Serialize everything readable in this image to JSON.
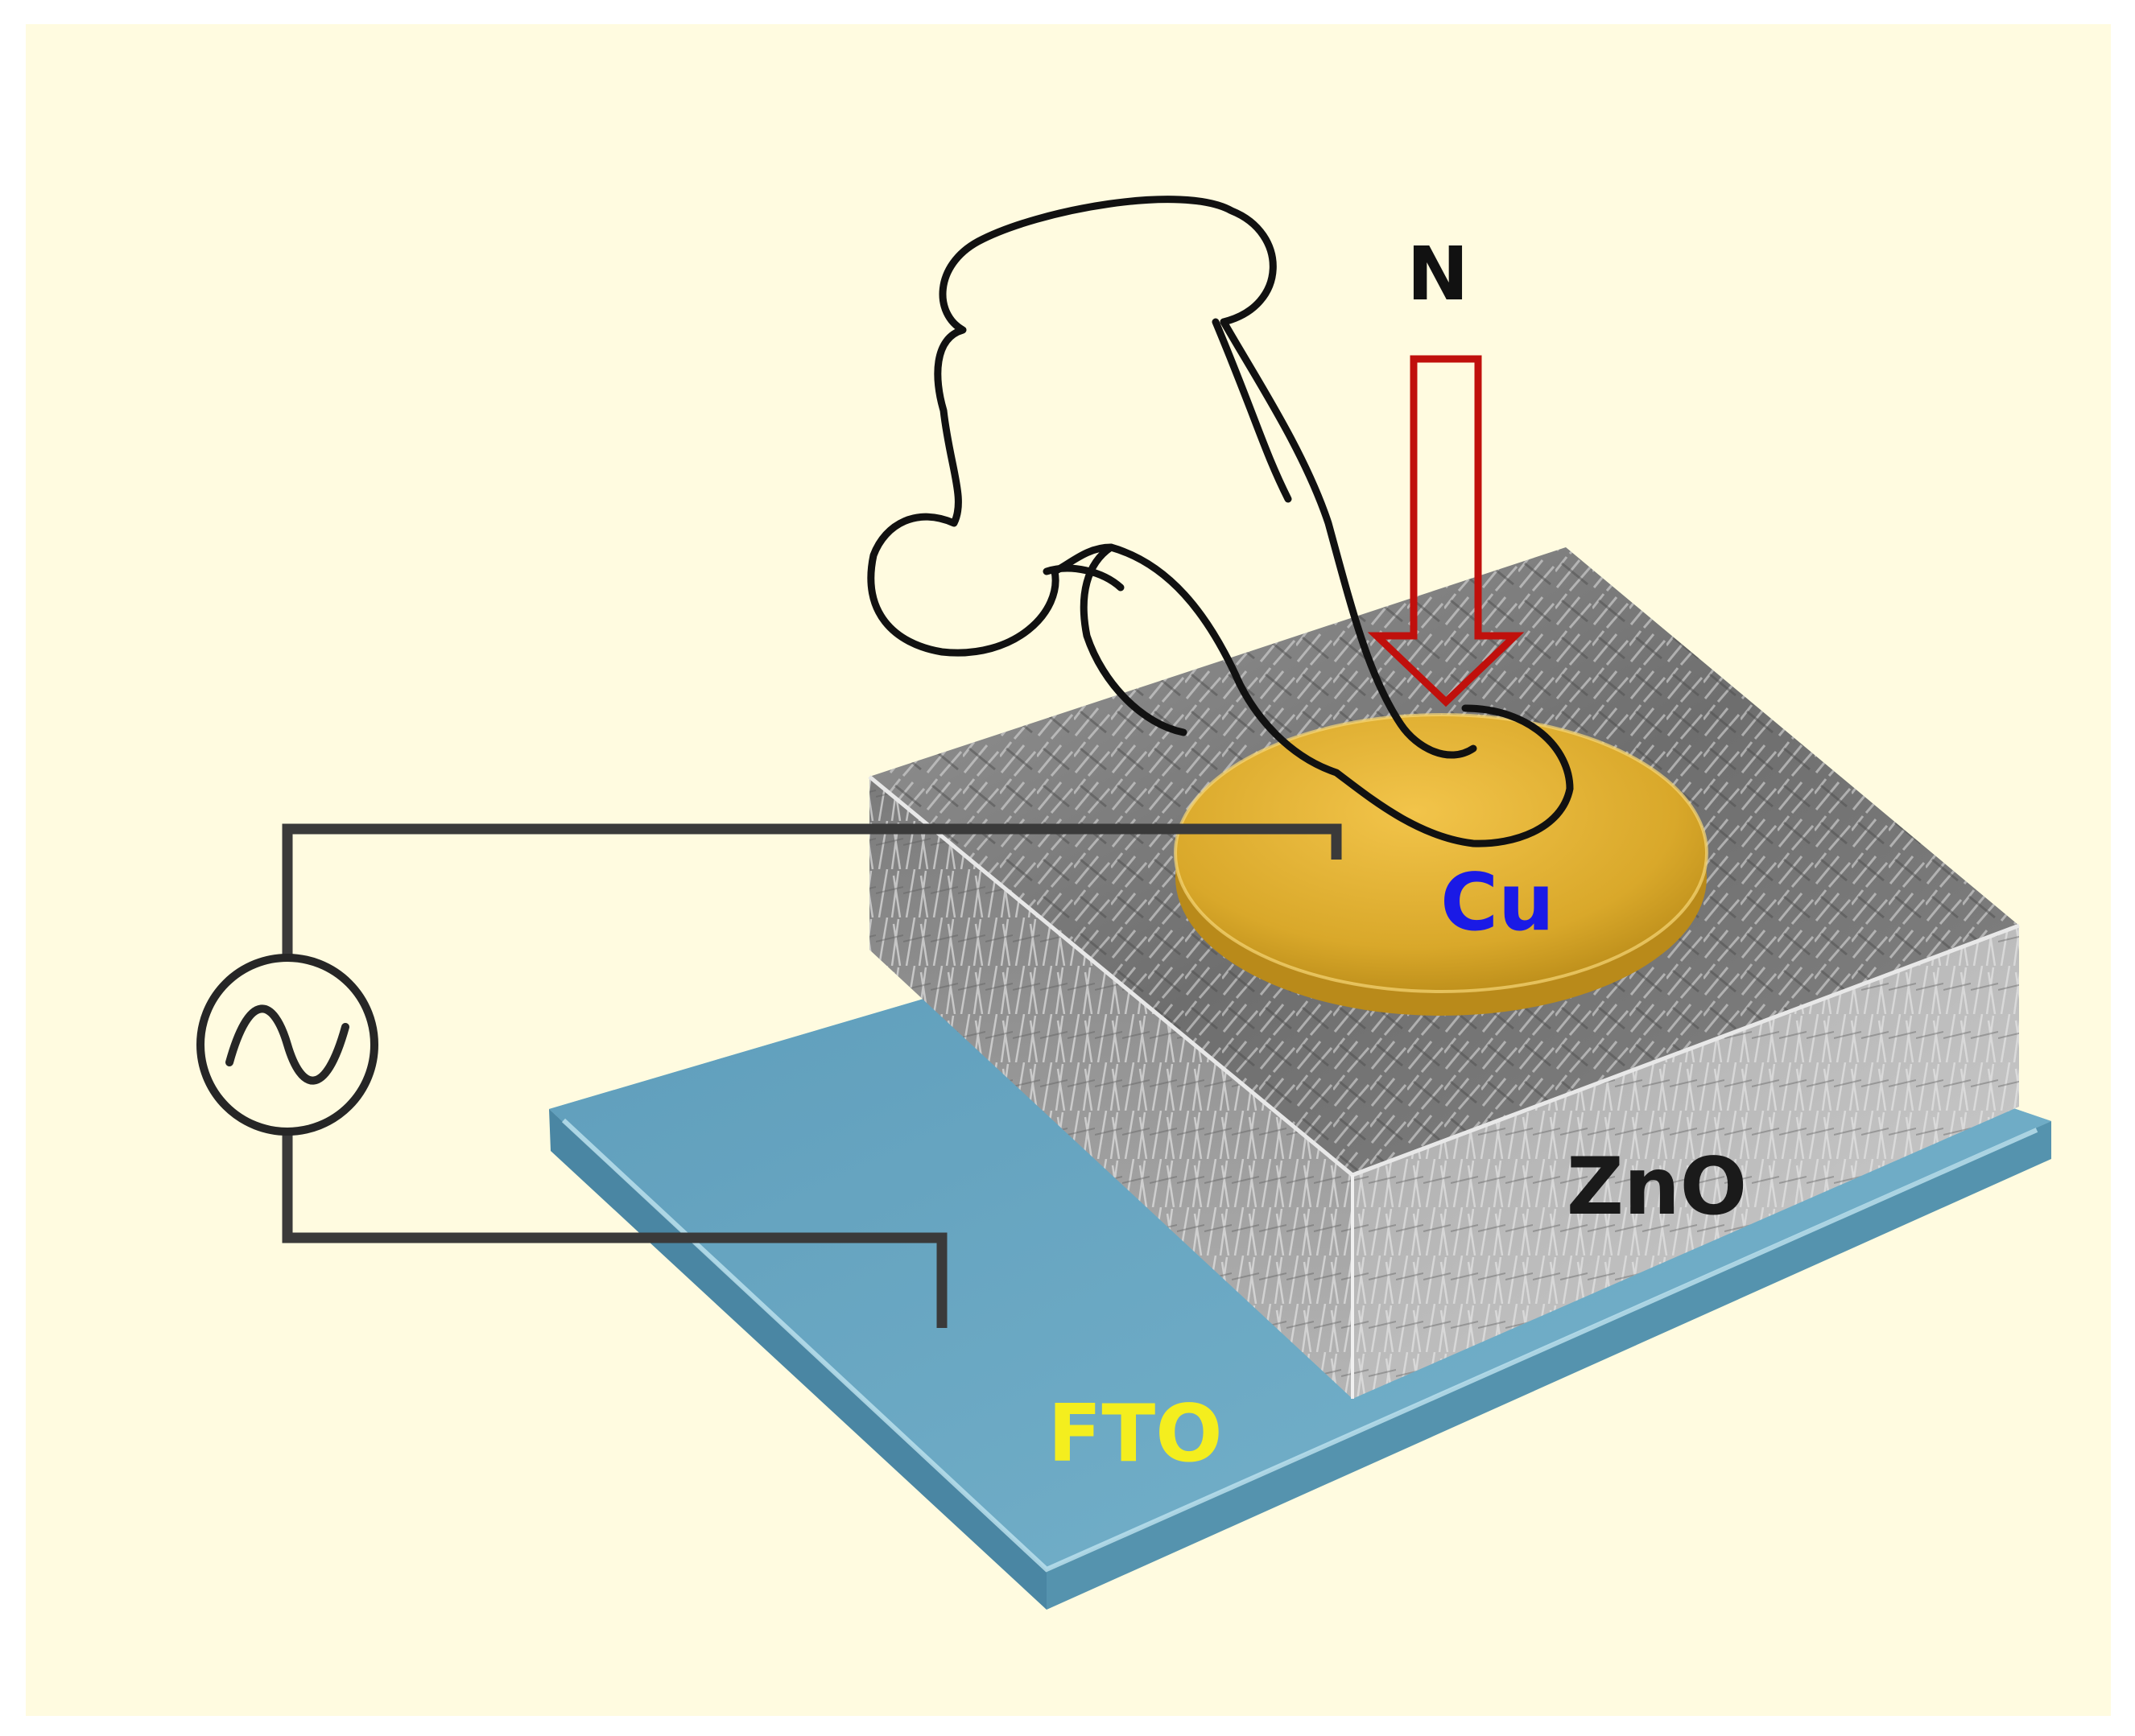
{
  "labels": {
    "force": "N",
    "top_electrode": "Cu",
    "nanorod_layer": "ZnO",
    "substrate": "FTO"
  },
  "colors": {
    "background": "#fffbe0",
    "substrate": "#64a3bf",
    "nanorod": "#8c8c8c",
    "electrode": "#d9a82a",
    "arrow": "#c0100c",
    "wire": "#3a3a3a",
    "label_force": "#111111",
    "label_cu": "#1a1ae6",
    "label_zno": "#1a1a1a",
    "label_fto": "#f4ee1e"
  },
  "icons": {
    "source": "ac-source-icon",
    "finger": "finger-press-icon"
  }
}
